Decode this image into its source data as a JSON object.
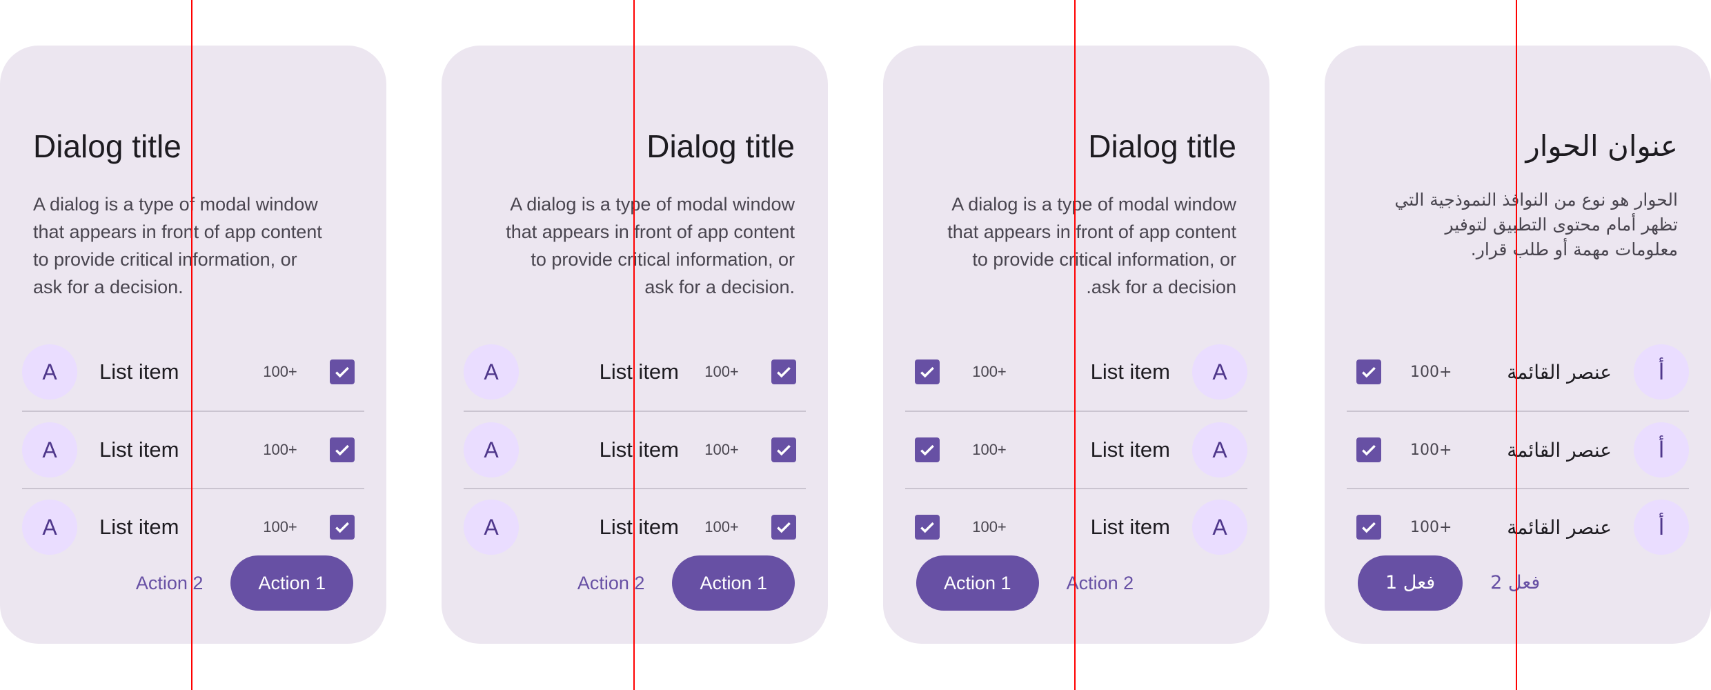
{
  "colors": {
    "surface": "#ECE6F0",
    "primary": "#6750A4",
    "avatar_bg": "#EADDFF",
    "avatar_text": "#4F378B",
    "divider": "#CAC4D0",
    "guide": "#FF0000"
  },
  "dialogs": [
    {
      "variant": "ltr",
      "title": "Dialog title",
      "body_lines": [
        "A dialog is a type of modal window",
        "that appears in front of app content",
        "to provide critical information, or",
        "ask for a decision."
      ],
      "items": [
        {
          "avatar": "A",
          "label": "List item",
          "meta": "100+",
          "checked": true
        },
        {
          "avatar": "A",
          "label": "List item",
          "meta": "100+",
          "checked": true
        },
        {
          "avatar": "A",
          "label": "List item",
          "meta": "100+",
          "checked": true
        }
      ],
      "action_secondary": "Action 2",
      "action_primary": "Action 1"
    },
    {
      "variant": "ltr-end",
      "title": "Dialog title",
      "body_lines": [
        "A dialog is a type of modal window",
        "that appears in front of app content",
        "to provide critical information, or",
        "ask for a decision."
      ],
      "items": [
        {
          "avatar": "A",
          "label": "List item",
          "meta": "100+",
          "checked": true
        },
        {
          "avatar": "A",
          "label": "List item",
          "meta": "100+",
          "checked": true
        },
        {
          "avatar": "A",
          "label": "List item",
          "meta": "100+",
          "checked": true
        }
      ],
      "action_secondary": "Action 2",
      "action_primary": "Action 1"
    },
    {
      "variant": "rtl",
      "title": "Dialog title",
      "body_lines": [
        "A dialog is a type of modal window",
        "that appears in front of app content",
        "to provide critical information, or",
        "ask for a decision."
      ],
      "items": [
        {
          "avatar": "A",
          "label": "List item",
          "meta": "100+",
          "checked": true
        },
        {
          "avatar": "A",
          "label": "List item",
          "meta": "100+",
          "checked": true
        },
        {
          "avatar": "A",
          "label": "List item",
          "meta": "100+",
          "checked": true
        }
      ],
      "action_secondary": "Action 2",
      "action_primary": "Action 1"
    },
    {
      "variant": "rtl-arabic",
      "title": "عنوان الحوار",
      "body_lines": [
        "الحوار هو نوع من النوافذ النموذجية التي",
        "تظهر أمام محتوى التطبيق لتوفير",
        "معلومات مهمة أو طلب قرار."
      ],
      "items": [
        {
          "avatar": "أ",
          "label": "عنصر القائمة",
          "meta": "100+",
          "checked": true
        },
        {
          "avatar": "أ",
          "label": "عنصر القائمة",
          "meta": "100+",
          "checked": true
        },
        {
          "avatar": "أ",
          "label": "عنصر القائمة",
          "meta": "100+",
          "checked": true
        }
      ],
      "action_secondary": "فعل 2",
      "action_primary": "فعل 1"
    }
  ]
}
